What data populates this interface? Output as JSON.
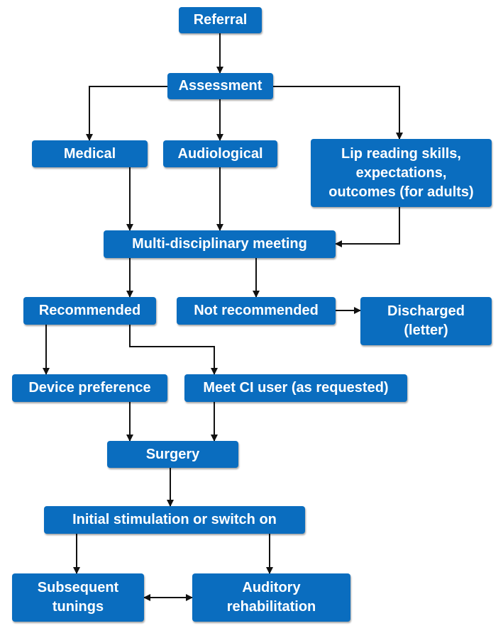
{
  "diagram": {
    "node_color": "#0a6dbf",
    "text_color": "#ffffff",
    "arrow_color": "#111111",
    "nodes": {
      "referral": "Referral",
      "assessment": "Assessment",
      "medical": "Medical",
      "audiological": "Audiological",
      "lip_reading": "Lip reading skills,\nexpectations,\noutcomes (for adults)",
      "mdm": "Multi-disciplinary meeting",
      "recommended": "Recommended",
      "not_recommended": "Not recommended",
      "discharged": "Discharged\n(letter)",
      "device_preference": "Device preference",
      "meet_ci_user": "Meet CI user (as requested)",
      "surgery": "Surgery",
      "initial_stimulation": "Initial stimulation or switch on",
      "subsequent_tunings": "Subsequent\ntunings",
      "auditory_rehab": "Auditory\nrehabilitation"
    },
    "edges": [
      {
        "from": "referral",
        "to": "assessment"
      },
      {
        "from": "assessment",
        "to": "medical"
      },
      {
        "from": "assessment",
        "to": "audiological"
      },
      {
        "from": "assessment",
        "to": "lip_reading"
      },
      {
        "from": "medical",
        "to": "mdm"
      },
      {
        "from": "audiological",
        "to": "mdm"
      },
      {
        "from": "lip_reading",
        "to": "mdm"
      },
      {
        "from": "mdm",
        "to": "recommended"
      },
      {
        "from": "mdm",
        "to": "not_recommended"
      },
      {
        "from": "not_recommended",
        "to": "discharged"
      },
      {
        "from": "recommended",
        "to": "device_preference"
      },
      {
        "from": "recommended",
        "to": "meet_ci_user"
      },
      {
        "from": "device_preference",
        "to": "surgery"
      },
      {
        "from": "meet_ci_user",
        "to": "surgery"
      },
      {
        "from": "surgery",
        "to": "initial_stimulation"
      },
      {
        "from": "initial_stimulation",
        "to": "subsequent_tunings"
      },
      {
        "from": "initial_stimulation",
        "to": "auditory_rehab"
      },
      {
        "from": "subsequent_tunings",
        "to": "auditory_rehab",
        "bidirectional": true
      }
    ]
  }
}
